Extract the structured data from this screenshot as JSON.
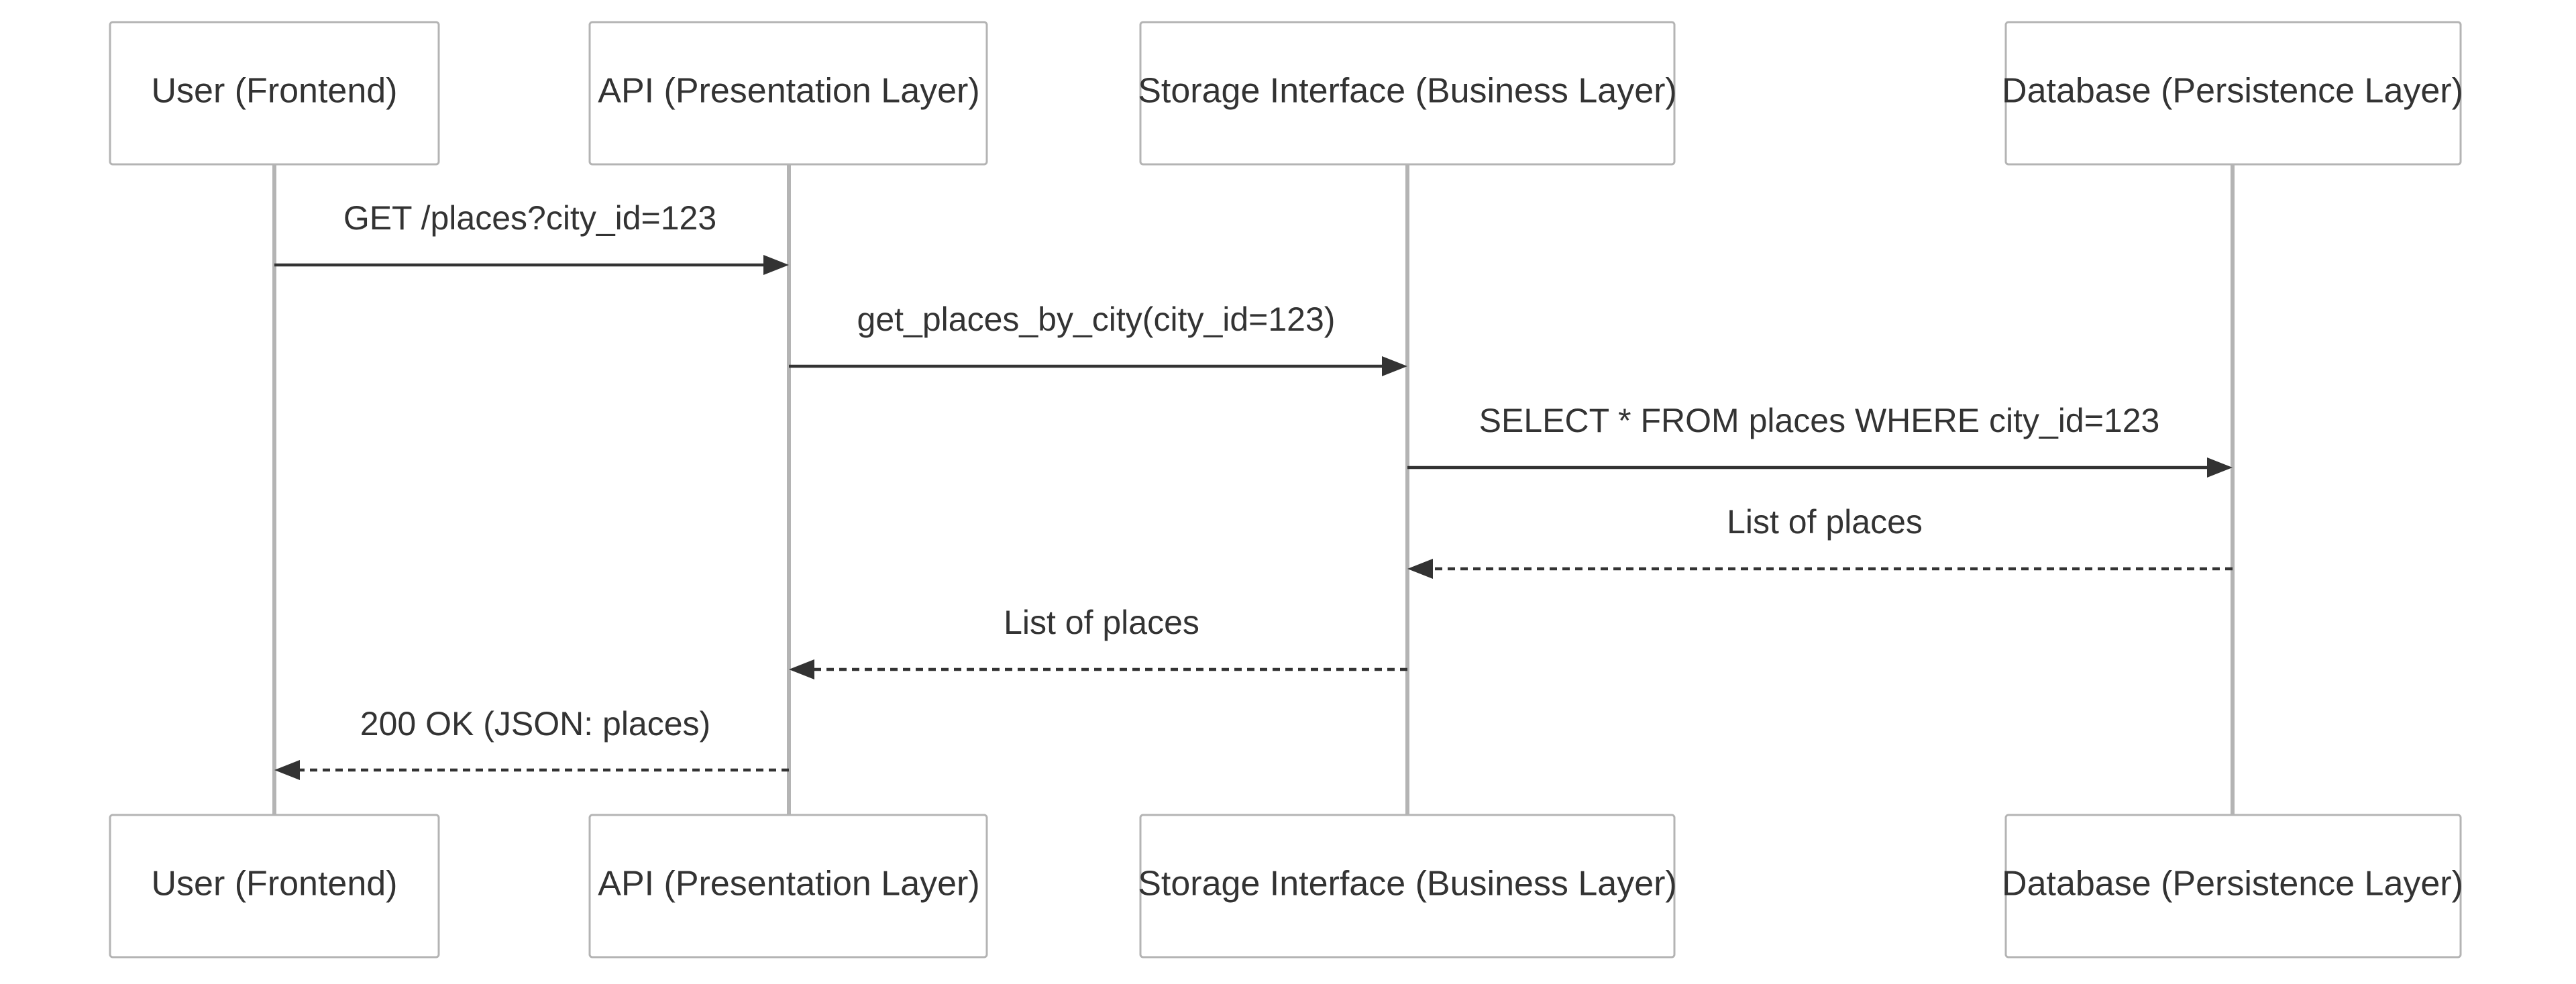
{
  "participants": [
    {
      "id": "user",
      "label": "User (Frontend)"
    },
    {
      "id": "api",
      "label": "API (Presentation Layer)"
    },
    {
      "id": "storage",
      "label": "Storage Interface (Business Layer)"
    },
    {
      "id": "db",
      "label": "Database (Persistence Layer)"
    }
  ],
  "messages": [
    {
      "from": "user",
      "to": "api",
      "label": "GET /places?city_id=123",
      "style": "solid"
    },
    {
      "from": "api",
      "to": "storage",
      "label": "get_places_by_city(city_id=123)",
      "style": "solid"
    },
    {
      "from": "storage",
      "to": "db",
      "label": "SELECT * FROM places WHERE city_id=123",
      "style": "solid"
    },
    {
      "from": "db",
      "to": "storage",
      "label": "List of places",
      "style": "dashed"
    },
    {
      "from": "storage",
      "to": "api",
      "label": "List of places",
      "style": "dashed"
    },
    {
      "from": "api",
      "to": "user",
      "label": "200 OK (JSON: places)",
      "style": "dashed"
    }
  ],
  "colors": {
    "actor_border": "#b4b4b4",
    "lifeline": "#b4b4b4",
    "text": "#333333",
    "background": "#ffffff"
  }
}
